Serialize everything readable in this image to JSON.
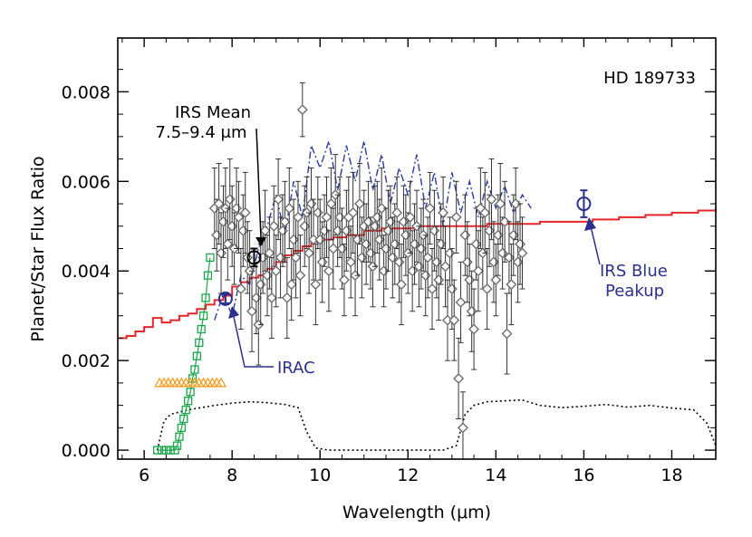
{
  "chart_data": {
    "type": "scatter",
    "title": "HD 189733",
    "xlabel": "Wavelength (μm)",
    "ylabel": "Planet/Star Flux Ratio",
    "xlim": [
      5.4,
      19.0
    ],
    "ylim": [
      -0.0002,
      0.0092
    ],
    "x_ticks": [
      6,
      8,
      10,
      12,
      14,
      16,
      18
    ],
    "y_ticks": [
      0.0,
      0.002,
      0.004,
      0.006,
      0.008
    ],
    "x_tick_labels": [
      "6",
      "8",
      "10",
      "12",
      "14",
      "16",
      "18"
    ],
    "y_tick_labels": [
      "0.000",
      "0.002",
      "0.004",
      "0.006",
      "0.008"
    ],
    "annotations": {
      "irs_mean_line1": "IRS Mean",
      "irs_mean_line2": "7.5–9.4 μm",
      "irac": "IRAC",
      "irs_blue_line1": "IRS Blue",
      "irs_blue_line2": "Peakup"
    },
    "colors": {
      "model": "#e8262a",
      "irs_points": "#6e6e6e",
      "irac_blue": "#2b2f8e",
      "filter_green": "#1aa64a",
      "filter_orange": "#f59a1c",
      "dashed_model": "#2b3a9e"
    },
    "model_step": {
      "x": [
        5.4,
        5.6,
        5.8,
        6.0,
        6.2,
        6.4,
        6.6,
        6.8,
        7.0,
        7.2,
        7.4,
        7.6,
        7.8,
        8.0,
        8.2,
        8.4,
        8.6,
        8.8,
        9.0,
        9.2,
        9.4,
        9.6,
        9.8,
        10.0,
        10.3,
        10.6,
        11.0,
        11.4,
        11.8,
        12.2,
        12.6,
        13.0,
        13.4,
        13.8,
        14.4,
        15.0,
        15.6,
        16.2,
        16.8,
        17.4,
        18.0,
        18.6,
        19.0
      ],
      "y": [
        0.0025,
        0.00255,
        0.00265,
        0.00275,
        0.00295,
        0.00285,
        0.0029,
        0.003,
        0.00305,
        0.00315,
        0.00325,
        0.00335,
        0.00345,
        0.00365,
        0.00375,
        0.00385,
        0.0039,
        0.00405,
        0.0042,
        0.00435,
        0.00445,
        0.00455,
        0.00465,
        0.0047,
        0.00475,
        0.0048,
        0.0049,
        0.00495,
        0.00495,
        0.005,
        0.005,
        0.005,
        0.005,
        0.00505,
        0.00505,
        0.0051,
        0.0051,
        0.00515,
        0.0052,
        0.00525,
        0.0053,
        0.00535,
        0.0054
      ]
    },
    "dashed_model": {
      "x": [
        7.6,
        7.8,
        8.0,
        8.2,
        8.4,
        8.6,
        8.8,
        9.0,
        9.2,
        9.4,
        9.6,
        9.8,
        10.0,
        10.2,
        10.4,
        10.6,
        10.8,
        11.0,
        11.2,
        11.4,
        11.6,
        11.8,
        12.0,
        12.2,
        12.4,
        12.6,
        12.8,
        13.0,
        13.2,
        13.4,
        13.6,
        13.8,
        14.0,
        14.2,
        14.4,
        14.6,
        14.8
      ],
      "y": [
        0.0029,
        0.0035,
        0.003,
        0.0039,
        0.0037,
        0.0045,
        0.005,
        0.0057,
        0.0048,
        0.006,
        0.0052,
        0.0068,
        0.0063,
        0.0069,
        0.0058,
        0.0068,
        0.006,
        0.0069,
        0.0058,
        0.0066,
        0.0055,
        0.0063,
        0.0057,
        0.0066,
        0.0054,
        0.0062,
        0.005,
        0.0062,
        0.0053,
        0.006,
        0.0052,
        0.006,
        0.0054,
        0.0059,
        0.0053,
        0.0057,
        0.0054
      ]
    },
    "filter_response": {
      "x": [
        6.3,
        6.45,
        6.6,
        6.8,
        7.0,
        7.3,
        7.6,
        8.0,
        8.4,
        8.8,
        9.2,
        9.5,
        9.7,
        9.9,
        10.2,
        11.0,
        12.0,
        12.8,
        13.1,
        13.3,
        13.5,
        13.8,
        14.2,
        14.6,
        15.0,
        15.5,
        16.0,
        16.5,
        17.0,
        17.5,
        18.0,
        18.5,
        18.8,
        19.0
      ],
      "y": [
        0.0,
        0.00065,
        0.0008,
        0.00085,
        0.0009,
        0.00095,
        0.001,
        0.00105,
        0.00108,
        0.00106,
        0.00102,
        0.00095,
        0.0004,
        5e-05,
        0.0,
        0.0,
        0.0,
        0.0,
        0.0001,
        0.0008,
        0.001,
        0.00108,
        0.0011,
        0.00112,
        0.001,
        0.00095,
        0.00098,
        0.00102,
        0.00096,
        0.001,
        0.00094,
        0.0009,
        0.0006,
        0.0001
      ]
    },
    "green_filter": {
      "x": [
        6.3,
        6.4,
        6.5,
        6.6,
        6.7,
        6.75,
        6.8,
        6.85,
        6.9,
        6.95,
        7.0,
        7.05,
        7.1,
        7.15,
        7.2,
        7.25,
        7.3,
        7.35,
        7.4,
        7.45,
        7.5
      ],
      "y": [
        0.0,
        0.0,
        0.0,
        0.0,
        0.0,
        0.0001,
        0.0003,
        0.0005,
        0.0007,
        0.0009,
        0.0011,
        0.0013,
        0.0016,
        0.0018,
        0.0021,
        0.0024,
        0.0027,
        0.003,
        0.0034,
        0.0039,
        0.0043
      ]
    },
    "orange_filter": {
      "x": [
        6.35,
        6.45,
        6.55,
        6.65,
        6.75,
        6.85,
        6.95,
        7.05,
        7.15,
        7.25,
        7.35,
        7.45,
        7.55,
        7.65,
        7.75
      ],
      "y": [
        0.0015,
        0.0015,
        0.0015,
        0.0015,
        0.0015,
        0.0015,
        0.0015,
        0.0015,
        0.0015,
        0.0015,
        0.0015,
        0.0015,
        0.0015,
        0.0015,
        0.0015
      ]
    },
    "irs_points": {
      "x": [
        7.6,
        7.65,
        7.7,
        7.75,
        7.8,
        7.85,
        7.9,
        7.95,
        8.0,
        8.05,
        8.1,
        8.15,
        8.2,
        8.25,
        8.3,
        8.35,
        8.4,
        8.45,
        8.55,
        8.6,
        8.65,
        8.7,
        8.75,
        8.8,
        8.85,
        8.9,
        8.95,
        9.0,
        9.05,
        9.1,
        9.15,
        9.2,
        9.25,
        9.3,
        9.35,
        9.4,
        9.45,
        9.5,
        9.55,
        9.6,
        9.65,
        9.7,
        9.75,
        9.8,
        9.85,
        9.9,
        9.95,
        10.0,
        10.05,
        10.1,
        10.15,
        10.2,
        10.25,
        10.3,
        10.35,
        10.4,
        10.45,
        10.5,
        10.55,
        10.6,
        10.65,
        10.7,
        10.75,
        10.8,
        10.85,
        10.9,
        10.95,
        11.0,
        11.05,
        11.1,
        11.15,
        11.2,
        11.25,
        11.3,
        11.35,
        11.4,
        11.45,
        11.5,
        11.55,
        11.6,
        11.65,
        11.7,
        11.75,
        11.8,
        11.85,
        11.9,
        11.95,
        12.0,
        12.05,
        12.1,
        12.15,
        12.2,
        12.25,
        12.3,
        12.35,
        12.4,
        12.45,
        12.5,
        12.55,
        12.6,
        12.65,
        12.7,
        12.75,
        12.8,
        12.85,
        12.9,
        12.95,
        13.0,
        13.05,
        13.1,
        13.15,
        13.2,
        13.25,
        13.3,
        13.35,
        13.4,
        13.45,
        13.5,
        13.55,
        13.6,
        13.65,
        13.7,
        13.75,
        13.8,
        13.85,
        13.9,
        13.95,
        14.0,
        14.05,
        14.1,
        14.15,
        14.2,
        14.25,
        14.3,
        14.35,
        14.4,
        14.45,
        14.5,
        14.55,
        14.6
      ],
      "y": [
        0.0054,
        0.0048,
        0.0055,
        0.0044,
        0.0051,
        0.0054,
        0.0046,
        0.0056,
        0.005,
        0.0045,
        0.0054,
        0.0052,
        0.0036,
        0.0049,
        0.0053,
        0.0043,
        0.004,
        0.0031,
        0.0034,
        0.0028,
        0.0037,
        0.0043,
        0.0049,
        0.0039,
        0.0044,
        0.0034,
        0.005,
        0.004,
        0.0056,
        0.0043,
        0.0049,
        0.0051,
        0.0034,
        0.0054,
        0.0037,
        0.0047,
        0.0043,
        0.0052,
        0.0039,
        0.0076,
        0.005,
        0.0053,
        0.0044,
        0.0055,
        0.0047,
        0.0037,
        0.0053,
        0.0047,
        0.0042,
        0.0049,
        0.0052,
        0.004,
        0.0055,
        0.0045,
        0.0057,
        0.0049,
        0.0052,
        0.0045,
        0.0038,
        0.0049,
        0.0052,
        0.0042,
        0.0053,
        0.0039,
        0.0047,
        0.0055,
        0.0043,
        0.005,
        0.0046,
        0.0051,
        0.0044,
        0.0041,
        0.005,
        0.0052,
        0.0047,
        0.0054,
        0.004,
        0.0045,
        0.0049,
        0.0051,
        0.0043,
        0.0046,
        0.0053,
        0.0042,
        0.0037,
        0.0051,
        0.0048,
        0.0044,
        0.0052,
        0.004,
        0.0046,
        0.005,
        0.0041,
        0.0045,
        0.0048,
        0.0039,
        0.0043,
        0.0054,
        0.0036,
        0.0049,
        0.0042,
        0.0038,
        0.0046,
        0.0053,
        0.0041,
        0.0029,
        0.0044,
        0.0036,
        0.0029,
        0.0052,
        0.0016,
        0.0033,
        0.0005,
        0.0048,
        0.0042,
        0.0038,
        0.0031,
        0.0027,
        0.0046,
        0.004,
        0.0054,
        0.0044,
        0.0053,
        0.0036,
        0.0049,
        0.0056,
        0.0042,
        0.0038,
        0.0048,
        0.0055,
        0.0044,
        0.0051,
        0.0026,
        0.0043,
        0.0037,
        0.0048,
        0.0055,
        0.0042,
        0.0046,
        0.0044
      ],
      "err": [
        0.0009,
        0.0008,
        0.0009,
        0.0009,
        0.0008,
        0.0009,
        0.0008,
        0.0009,
        0.0009,
        0.0008,
        0.0009,
        0.0008,
        0.0009,
        0.0008,
        0.0009,
        0.0008,
        0.0009,
        0.0009,
        0.0008,
        0.0009,
        0.0009,
        0.0008,
        0.0009,
        0.0009,
        0.0008,
        0.0009,
        0.0009,
        0.0008,
        0.0009,
        0.0009,
        0.0008,
        0.0009,
        0.0009,
        0.0009,
        0.0008,
        0.0009,
        0.0009,
        0.0008,
        0.0009,
        0.0006,
        0.0009,
        0.0008,
        0.0009,
        0.0008,
        0.0009,
        0.0009,
        0.0008,
        0.0009,
        0.0009,
        0.0008,
        0.0009,
        0.0009,
        0.0008,
        0.0009,
        0.0009,
        0.0008,
        0.0009,
        0.0009,
        0.0008,
        0.0009,
        0.0009,
        0.0008,
        0.0009,
        0.0009,
        0.0008,
        0.0009,
        0.0009,
        0.0008,
        0.0009,
        0.0009,
        0.0008,
        0.0009,
        0.0009,
        0.0008,
        0.0009,
        0.0009,
        0.0008,
        0.0009,
        0.0009,
        0.0008,
        0.0009,
        0.0009,
        0.0008,
        0.0009,
        0.0009,
        0.0008,
        0.0009,
        0.0009,
        0.0008,
        0.0009,
        0.0009,
        0.0008,
        0.0009,
        0.0009,
        0.0008,
        0.0009,
        0.0009,
        0.0008,
        0.0009,
        0.0009,
        0.0008,
        0.0009,
        0.0009,
        0.0008,
        0.0009,
        0.0009,
        0.0008,
        0.0009,
        0.0009,
        0.0008,
        0.0009,
        0.0009,
        0.0008,
        0.0009,
        0.0009,
        0.0008,
        0.0009,
        0.0009,
        0.0008,
        0.0009,
        0.0009,
        0.0008,
        0.0009,
        0.0009,
        0.0008,
        0.0009,
        0.0009,
        0.0008,
        0.0009,
        0.0009,
        0.0008,
        0.0009,
        0.0009,
        0.0008,
        0.0009,
        0.0009,
        0.0008,
        0.0009,
        0.0009,
        0.0008,
        0.0009
      ]
    },
    "irs_mean_point": {
      "x": 8.5,
      "y": 0.0043,
      "err": 0.0002
    },
    "irac_point": {
      "x": 7.85,
      "y": 0.00338,
      "err": 0.0001
    },
    "irs_blue_point": {
      "x": 16.0,
      "y": 0.0055,
      "err": 0.0003
    }
  }
}
